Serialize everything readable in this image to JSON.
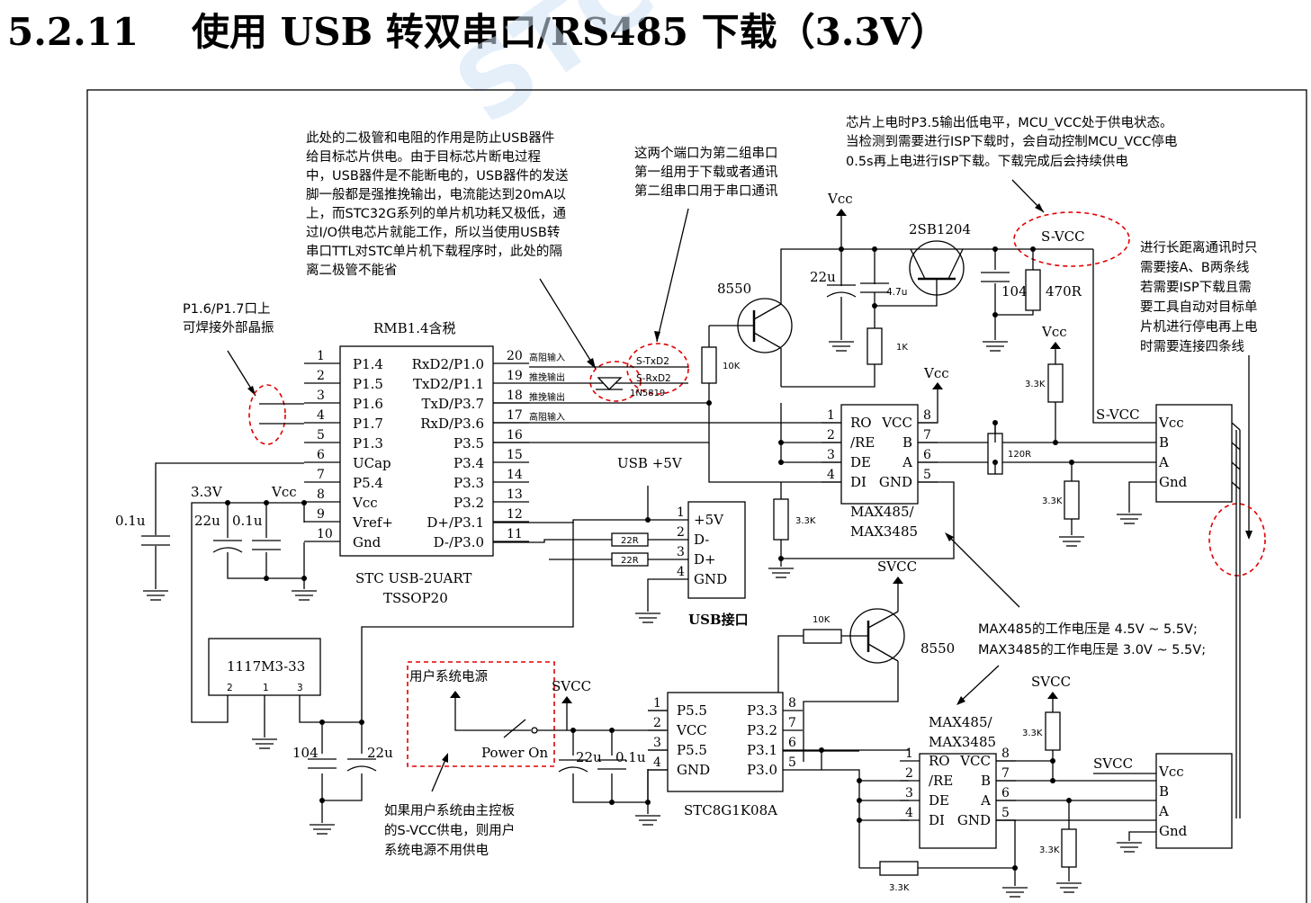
{
  "title": {
    "number": "5.2.11",
    "text": "使用 USB 转双串口/RS485 下载（3.3V）"
  },
  "watermark": "STC",
  "notes": {
    "diode": [
      "此处的二极管和电阻的作用是防止USB器件",
      "给目标芯片供电。由于目标芯片断电过程",
      "中，USB器件是不能断电的，USB器件的发送",
      "脚一般都是强推挽输出，电流能达到20mA以",
      "上，而STC32G系列的单片机功耗又极低，通",
      "过I/O供电芯片就能工作，所以当使用USB转",
      "串口TTL对STC单片机下载程序时，此处的隔",
      "离二极管不能省"
    ],
    "ports": [
      "这两个端口为第二组串口",
      "第一组用于下载或者通讯",
      "第二组串口用于串口通讯"
    ],
    "power": [
      "芯片上电时P3.5输出低电平，MCU_VCC处于供电状态。",
      "当检测到需要进行ISP下载时，会自动控制MCU_VCC停电",
      "0.5s再上电进行ISP下载。下载完成后会持续供电"
    ],
    "long_distance": [
      "进行长距离通讯时只",
      "需要接A、B两条线",
      "若需要ISP下载且需",
      "要工具自动对目标单",
      "片机进行停电再上电",
      "时需要连接四条线"
    ],
    "crystal": [
      "P1.6/P1.7口上",
      "可焊接外部晶振"
    ],
    "max_voltage": [
      "MAX485的工作电压是 4.5V ~ 5.5V;",
      "MAX3485的工作电压是 3.0V ~ 5.5V;"
    ],
    "user_power": [
      "如果用户系统由主控板",
      "的S-VCC供电，则用户",
      "系统电源不用供电"
    ]
  },
  "u1": {
    "name": "RMB1.4含税",
    "part": "STC USB-2UART",
    "package": "TSSOP20",
    "left_pins": [
      {
        "num": "1",
        "name": "P1.4"
      },
      {
        "num": "2",
        "name": "P1.5"
      },
      {
        "num": "3",
        "name": "P1.6"
      },
      {
        "num": "4",
        "name": "P1.7"
      },
      {
        "num": "5",
        "name": "P1.3"
      },
      {
        "num": "6",
        "name": "UCap"
      },
      {
        "num": "7",
        "name": "P5.4"
      },
      {
        "num": "8",
        "name": "Vcc"
      },
      {
        "num": "9",
        "name": "Vref+"
      },
      {
        "num": "10",
        "name": "Gnd"
      }
    ],
    "right_pins": [
      {
        "num": "20",
        "name": "RxD2/P1.0",
        "note": "高阻输入"
      },
      {
        "num": "19",
        "name": "TxD2/P1.1",
        "note": "推挽输出"
      },
      {
        "num": "18",
        "name": "TxD/P3.7",
        "note": "推挽输出"
      },
      {
        "num": "17",
        "name": "RxD/P3.6",
        "note": "高阻输入"
      },
      {
        "num": "16",
        "name": "P3.5",
        "note": ""
      },
      {
        "num": "15",
        "name": "P3.4",
        "note": ""
      },
      {
        "num": "14",
        "name": "P3.3",
        "note": ""
      },
      {
        "num": "13",
        "name": "P3.2",
        "note": ""
      },
      {
        "num": "12",
        "name": "D+/P3.1",
        "note": ""
      },
      {
        "num": "11",
        "name": "D-/P3.0",
        "note": ""
      }
    ]
  },
  "usb": {
    "label": "USB +5V",
    "title": "USB接口",
    "pins": [
      {
        "num": "1",
        "name": "+5V"
      },
      {
        "num": "2",
        "name": "D-"
      },
      {
        "num": "3",
        "name": "D+"
      },
      {
        "num": "4",
        "name": "GND"
      }
    ],
    "r1": "22R",
    "r2": "22R"
  },
  "max485a": {
    "left": [
      {
        "num": "1",
        "name": "RO"
      },
      {
        "num": "2",
        "name": "/RE"
      },
      {
        "num": "3",
        "name": "DE"
      },
      {
        "num": "4",
        "name": "DI"
      }
    ],
    "right": [
      {
        "num": "8",
        "name": "VCC"
      },
      {
        "num": "7",
        "name": "B"
      },
      {
        "num": "6",
        "name": "A"
      },
      {
        "num": "5",
        "name": "GND"
      }
    ],
    "name": [
      "MAX485/",
      "MAX3485"
    ]
  },
  "max485b": {
    "left": [
      {
        "num": "1",
        "name": "RO"
      },
      {
        "num": "2",
        "name": "/RE"
      },
      {
        "num": "3",
        "name": "DE"
      },
      {
        "num": "4",
        "name": "DI"
      }
    ],
    "right": [
      {
        "num": "8",
        "name": "VCC"
      },
      {
        "num": "7",
        "name": "B"
      },
      {
        "num": "6",
        "name": "A"
      },
      {
        "num": "5",
        "name": "GND"
      }
    ],
    "name": [
      "MAX485/",
      "MAX3485"
    ]
  },
  "stc8": {
    "part": "STC8G1K08A",
    "left": [
      {
        "num": "1",
        "name": "P5.5"
      },
      {
        "num": "2",
        "name": "VCC"
      },
      {
        "num": "3",
        "name": "P5.5"
      },
      {
        "num": "4",
        "name": "GND"
      }
    ],
    "right": [
      {
        "num": "8",
        "name": "P3.3"
      },
      {
        "num": "7",
        "name": "P3.2"
      },
      {
        "num": "6",
        "name": "P3.1"
      },
      {
        "num": "5",
        "name": "P3.0"
      }
    ]
  },
  "conn1": {
    "label": "S-VCC",
    "pins": [
      "Vcc",
      "B",
      "A",
      "Gnd"
    ]
  },
  "conn2": {
    "label": "SVCC",
    "pins": [
      "Vcc",
      "B",
      "A",
      "Gnd"
    ]
  },
  "regulator": {
    "part": "1117M3-33",
    "pins": [
      "2",
      "1",
      "3"
    ]
  },
  "labels": {
    "vcc": "Vcc",
    "svcc": "SVCC",
    "s_vcc": "S-VCC",
    "v33": "3.3V",
    "pnp": "2SB1204",
    "q8550": "8550",
    "c22u": "22u",
    "c01u": "0.1u",
    "c47u": "4.7u",
    "c104": "104",
    "r470": "470R",
    "r10k": "10K",
    "r1k": "1K",
    "r33k": "3.3K",
    "r120": "120R",
    "diode": "1N5819",
    "stxd2": "S-TxD2",
    "srxd2": "S-RxD2",
    "user_power": "用户系统电源",
    "power_on": "Power On"
  }
}
